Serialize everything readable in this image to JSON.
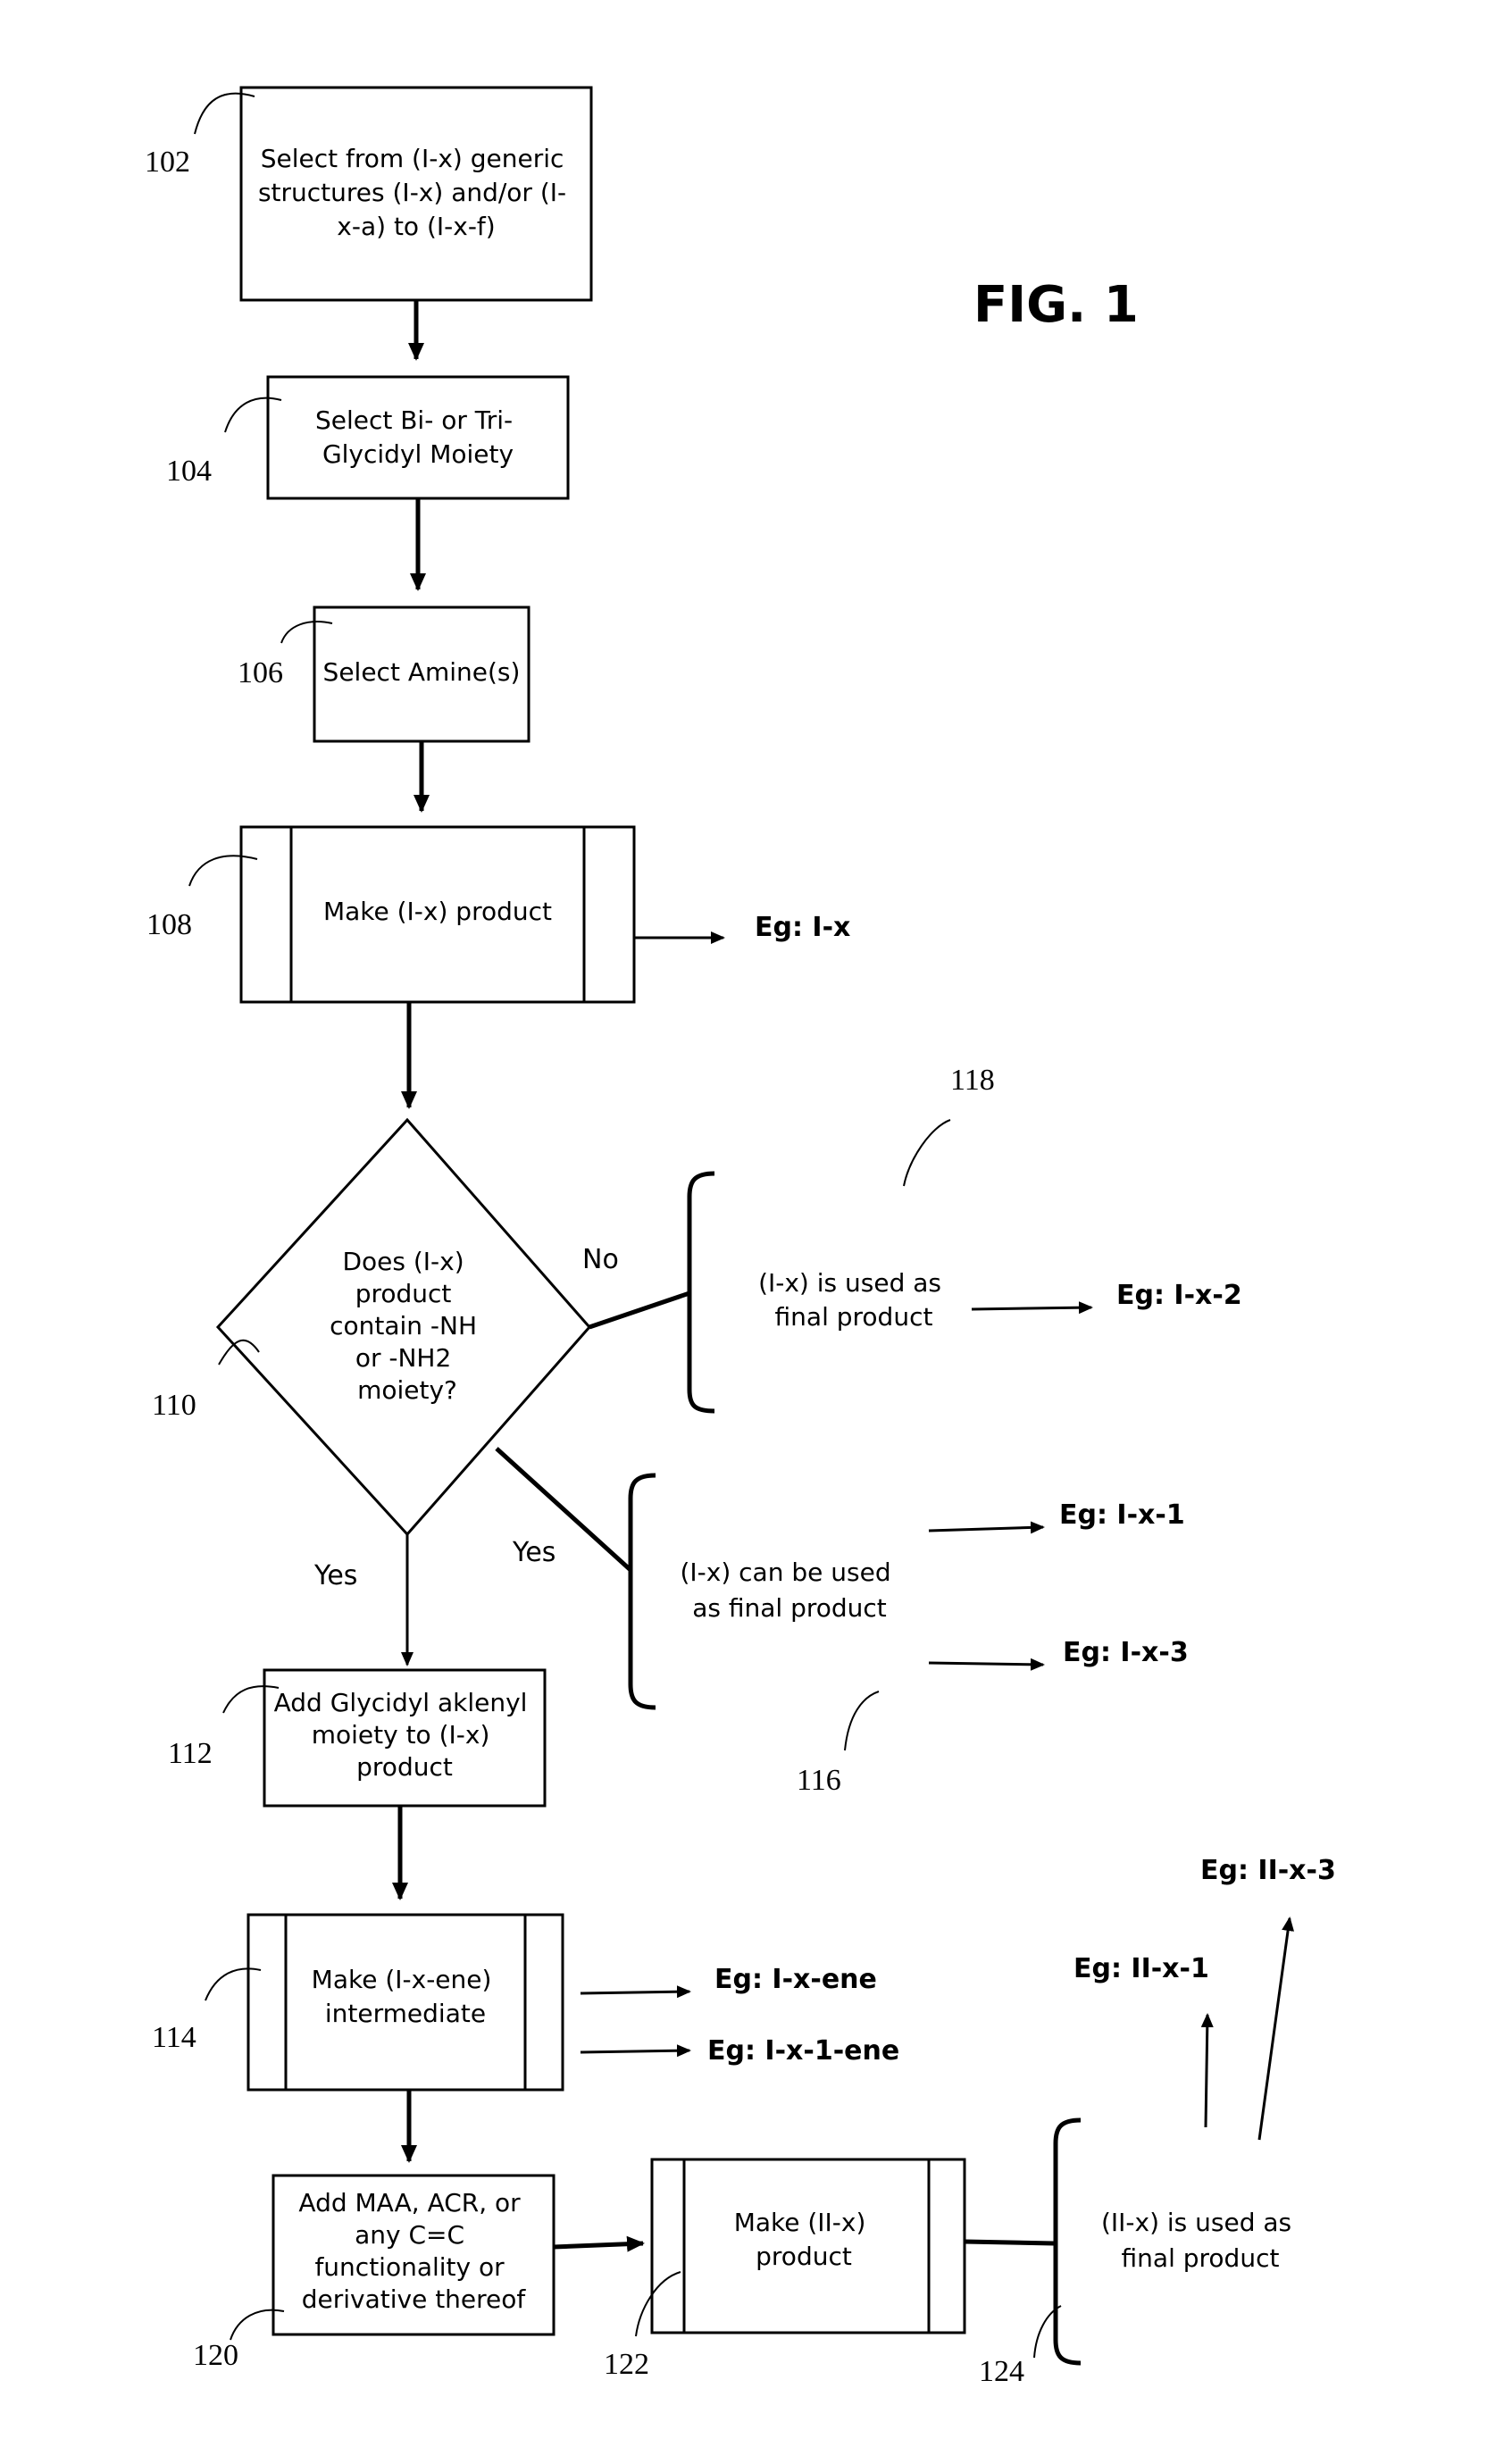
{
  "figure": {
    "title": "FIG. 1"
  },
  "steps": {
    "s102": {
      "ref": "102",
      "lines": [
        "Select from (I-x) generic",
        "structures (I-x) and/or (I-",
        "x-a) to (I-x-f)"
      ]
    },
    "s104": {
      "ref": "104",
      "lines": [
        "Select Bi- or Tri-",
        "Glycidyl Moiety"
      ]
    },
    "s106": {
      "ref": "106",
      "lines": [
        "Select Amine(s)"
      ]
    },
    "s108": {
      "ref": "108",
      "lines": [
        "Make (I-x) product"
      ]
    },
    "s110": {
      "ref": "110",
      "lines": [
        "Does (I-x)",
        "product",
        "contain -NH",
        "or -NH2",
        "moiety?"
      ]
    },
    "s112": {
      "ref": "112",
      "lines": [
        "Add Glycidyl aklenyl",
        "moiety to (I-x)",
        "product"
      ]
    },
    "s114": {
      "ref": "114",
      "lines": [
        "Make (I-x-ene)",
        "intermediate"
      ]
    },
    "s116": {
      "ref": "116",
      "lines": [
        "(I-x) can be used",
        "as final product"
      ]
    },
    "s118": {
      "ref": "118",
      "lines": [
        "(I-x) is used as",
        "final product"
      ]
    },
    "s120": {
      "ref": "120",
      "lines": [
        "Add  MAA, ACR, or",
        "any C=C",
        "functionality or",
        "derivative thereof"
      ]
    },
    "s122": {
      "ref": "122",
      "lines": [
        "Make (II-x)",
        "product"
      ]
    },
    "s124": {
      "ref": "124",
      "lines": [
        "(II-x) is used as",
        "final product"
      ]
    }
  },
  "branches": {
    "no": "No",
    "yes_down": "Yes",
    "yes_right": "Yes"
  },
  "examples": {
    "ix": "Eg: I-x",
    "ix2": "Eg: I-x-2",
    "ix1": "Eg: I-x-1",
    "ix3": "Eg: I-x-3",
    "ixene": "Eg: I-x-ene",
    "ix1ene": "Eg: I-x-1-ene",
    "iix1": "Eg: II-x-1",
    "iix3": "Eg: II-x-3"
  }
}
